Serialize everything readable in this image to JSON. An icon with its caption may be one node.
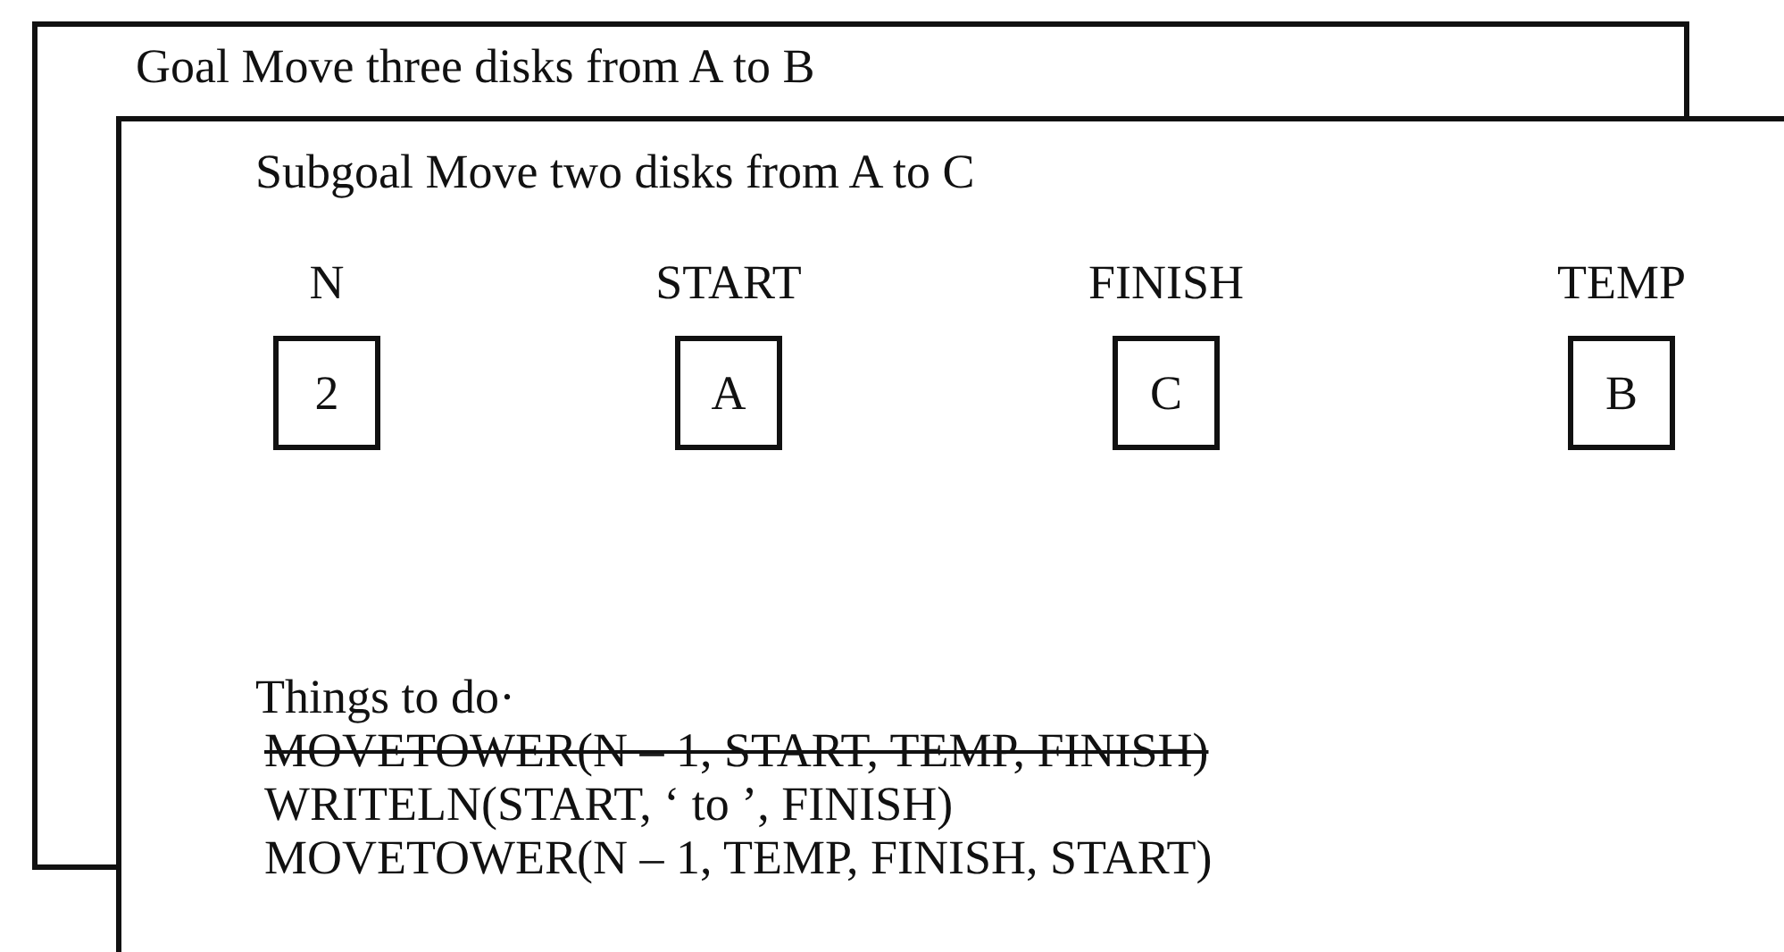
{
  "diagram": {
    "nodes": [
      {
        "text": [
          "Goal Move three disks from A to B"
        ]
      },
      {
        "text": [
          "Subgoal Move two disks from A to C",
          "Things to do·",
          "MOVETOWER(N – 1, START, TEMP, FINISH)",
          "WRITELN(START, ‘ to ’, FINISH)",
          "MOVETOWER(N – 1, TEMP, FINISH, START)"
        ]
      },
      {
        "text": [
          "N",
          "2"
        ],
        "in": 1
      },
      {
        "text": [
          "START",
          "A"
        ],
        "in": 1
      },
      {
        "text": [
          "FINISH",
          "C"
        ],
        "in": 1
      },
      {
        "text": [
          "TEMP",
          "B"
        ],
        "in": 1
      }
    ]
  }
}
